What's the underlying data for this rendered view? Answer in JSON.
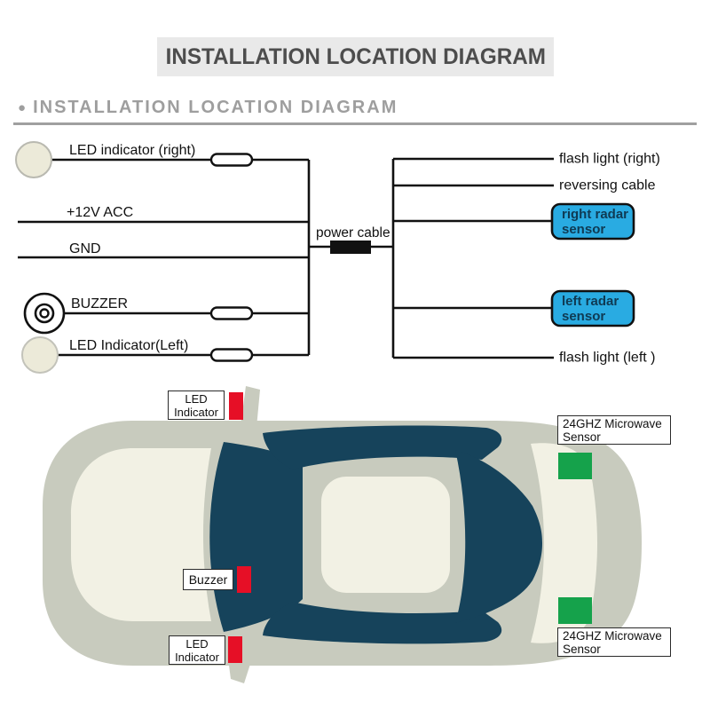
{
  "banner": {
    "title": "INSTALLATION LOCATION DIAGRAM",
    "bg": "#e9e9e9",
    "text_color": "#4d4d4d"
  },
  "section_header": {
    "bullet": "●",
    "title": "INSTALLATION LOCATION DIAGRAM",
    "color": "#9e9e9e"
  },
  "wiring": {
    "line_color": "#111111",
    "labels": {
      "led_right": "LED indicator (right)",
      "acc": "+12V ACC",
      "gnd": "GND",
      "buzzer": "BUZZER",
      "led_left": "LED Indicator(Left)",
      "power_cable": "power cable",
      "flash_right": "flash light (right)",
      "reversing": "reversing cable",
      "flash_left": "flash light (left )"
    },
    "radar_boxes": {
      "fill": "#29abe2",
      "text_color": "#0f3a53",
      "right": {
        "line1": "right radar",
        "line2": "sensor"
      },
      "left": {
        "line1": "left radar",
        "line2": "sensor"
      }
    },
    "icon_colors": {
      "led_circle": "#ecead9",
      "led_circle_border": "#b9b9b0"
    }
  },
  "car": {
    "colors": {
      "body": "#c8cbbe",
      "glass": "#16435b",
      "panel": "#f2f1e4",
      "led_marker": "#e60f26",
      "sensor_marker": "#15a24b"
    },
    "labels": {
      "led_top": {
        "line1": "LED",
        "line2": "Indicator"
      },
      "buzzer": {
        "line1": "Buzzer"
      },
      "led_bottom": {
        "line1": "LED",
        "line2": "Indicator"
      },
      "sensor_top": {
        "line1": "24GHZ Microwave",
        "line2": "Sensor"
      },
      "sensor_bottom": {
        "line1": "24GHZ Microwave",
        "line2": "Sensor"
      }
    }
  }
}
